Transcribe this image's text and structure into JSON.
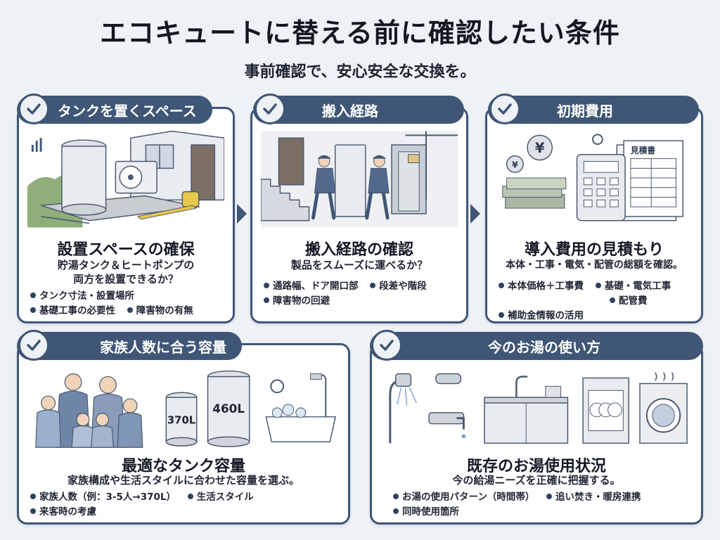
{
  "header": {
    "title": "エコキュートに替える前に確認したい条件",
    "subtitle": "事前確認で、安心安全な交換を。"
  },
  "colors": {
    "accent": "#3f5676",
    "background": "#eef1f5",
    "card": "#ffffff"
  },
  "sections": {
    "space": {
      "tab": "タンクを置くスペース",
      "heading": "設置スペースの確保",
      "desc_line1": "貯湯タンク＆ヒートポンプの",
      "desc_line2": "両方を設置できるか？",
      "bullets": [
        "タンク寸法・設置場所",
        "基礎工事の必要性",
        "障害物の有無"
      ]
    },
    "route": {
      "tab": "搬入経路",
      "heading": "搬入経路の確認",
      "desc_line1": "製品をスムーズに運べるか？",
      "bullets": [
        "通路幅、ドア開口部",
        "段差や階段",
        "障害物の回避"
      ]
    },
    "cost": {
      "tab": "初期費用",
      "heading": "導入費用の見積もり",
      "desc_line1": "本体・工事・電気・配管の総額を確認。",
      "estimate_label": "見積書",
      "yen_symbol": "¥",
      "bullets": [
        "本体価格＋工事費",
        "基礎・電気工事",
        "配管費",
        "補助金情報の活用"
      ]
    },
    "family": {
      "tab": "家族人数に合う容量",
      "heading": "最適なタンク容量",
      "desc_line1": "家族構成や生活スタイルに合わせた容量を選ぶ。",
      "tank_small": "370L",
      "tank_large": "460L",
      "bullets": [
        "家族人数（例：3-5人→370L）",
        "生活スタイル",
        "来客時の考慮"
      ]
    },
    "usage": {
      "tab": "今のお湯の使い方",
      "heading": "既存のお湯使用状況",
      "desc_line1": "今の給湯ニーズを正確に把握する。",
      "bullets": [
        "お湯の使用パターン（時間帯）",
        "追い焚き・暖房連携",
        "同時使用箇所"
      ]
    }
  }
}
